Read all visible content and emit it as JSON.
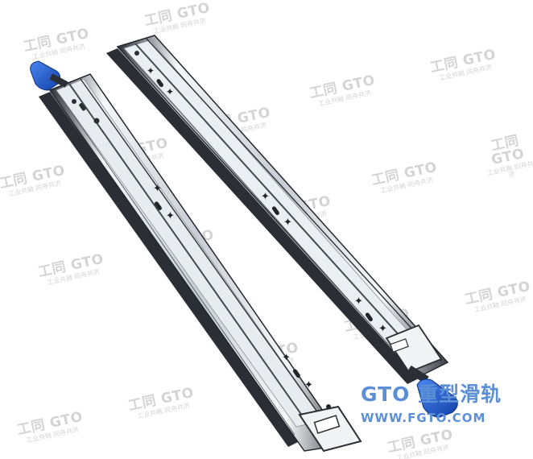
{
  "photo": {
    "subject": "pair of steel ball-bearing drawer slides with blue lever tabs",
    "colors": {
      "background": "#ffffff",
      "steel": "#d9dde2",
      "steel_dark": "#3a3f46",
      "lever": "#1e5fd6",
      "brand_text": "#5b8fd6",
      "watermark": "#d4d4d4"
    }
  },
  "watermark": {
    "main": "工同 GTO",
    "sub": "工业共融 同舟共济"
  },
  "brand": {
    "title": "GTO 重型滑轨",
    "url": "WWW.FGTO.COM"
  }
}
